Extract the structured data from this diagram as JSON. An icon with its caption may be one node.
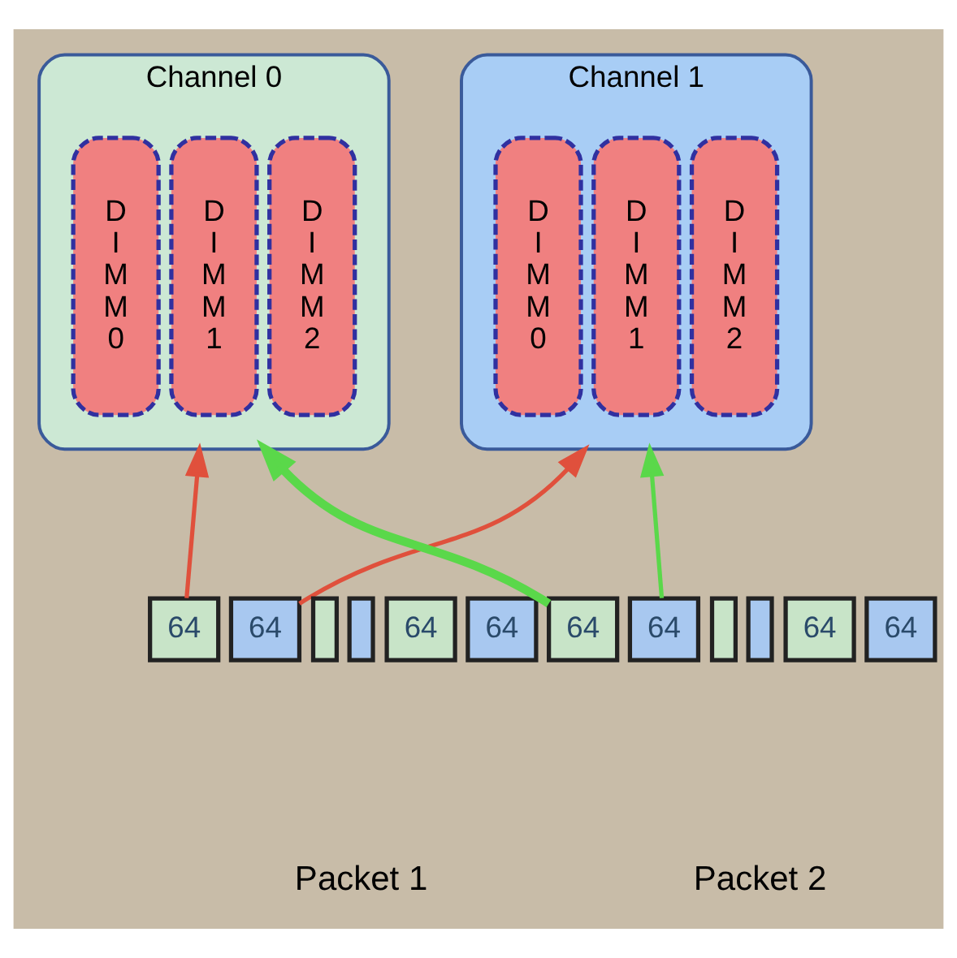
{
  "diagram": {
    "nodes": [
      {
        "text": [
          "Channel 0"
        ]
      },
      {
        "text": [
          "D I M M 0"
        ],
        "in": 0
      },
      {
        "text": [
          "D I M M 1"
        ],
        "in": 0
      },
      {
        "text": [
          "D I M M 2"
        ],
        "in": 0
      },
      {
        "text": [
          "Channel 1"
        ]
      },
      {
        "text": [
          "D I M M 0"
        ],
        "in": 4
      },
      {
        "text": [
          "D I M M 1"
        ],
        "in": 4
      },
      {
        "text": [
          "D I M M 2"
        ],
        "in": 4
      },
      {
        "text": [
          "64"
        ]
      },
      {
        "text": [
          "64"
        ]
      },
      {
        "text": [],
        "shape": "box"
      },
      {
        "text": [],
        "shape": "box"
      },
      {
        "text": [
          "64"
        ]
      },
      {
        "text": [
          "64"
        ]
      },
      {
        "text": [
          "64"
        ]
      },
      {
        "text": [
          "64"
        ]
      },
      {
        "text": [],
        "shape": "box"
      },
      {
        "text": [],
        "shape": "box"
      },
      {
        "text": [
          "64"
        ]
      },
      {
        "text": [
          "64"
        ]
      }
    ],
    "edges": [
      {
        "from": 8,
        "to": 0,
        "arrow": "to",
        "color": "#e0503c"
      },
      {
        "from": 9,
        "to": 4,
        "arrow": "to",
        "color": "#e0503c"
      },
      {
        "from": 14,
        "to": 0,
        "arrow": "to",
        "style": "thick",
        "color": "#5ad84a"
      },
      {
        "from": 15,
        "to": 4,
        "arrow": "to",
        "color": "#5ad84a"
      }
    ],
    "labels": [
      "Packet 1",
      "Packet 2"
    ]
  }
}
